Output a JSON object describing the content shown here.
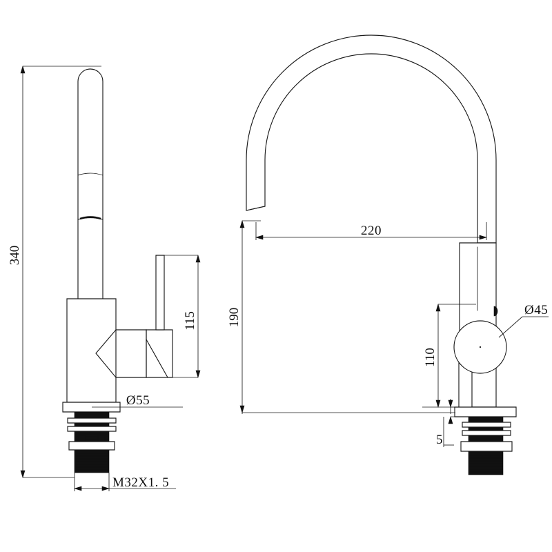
{
  "document": {
    "type": "technical-drawing",
    "subject": "Kitchen mixer faucet dimensional drawing",
    "background_color": "#ffffff",
    "line_color": "#1a1a1a",
    "fill_color": "#111111",
    "views": [
      "side-view",
      "front-view"
    ]
  },
  "dimensions": {
    "overall_height": "340",
    "handle_height": "115",
    "body_diameter": "Ø55",
    "thread_spec": "M32X1. 5",
    "spout_reach": "220",
    "spout_height": "190",
    "column_height": "110",
    "flange_thickness": "5",
    "spout_tube_diameter": "Ø45"
  },
  "labels": [
    {
      "id": "dim-340",
      "text": "340",
      "view": "side-view",
      "orientation": "vertical",
      "meaning": "overall faucet height"
    },
    {
      "id": "dim-115",
      "text": "115",
      "view": "side-view",
      "orientation": "vertical",
      "meaning": "lever handle height above body"
    },
    {
      "id": "dim-d55",
      "text": "Ø55",
      "view": "side-view",
      "orientation": "horizontal",
      "meaning": "base body diameter"
    },
    {
      "id": "dim-m32",
      "text": "M32X1. 5",
      "view": "side-view",
      "orientation": "horizontal",
      "meaning": "mounting thread size and pitch"
    },
    {
      "id": "dim-220",
      "text": "220",
      "view": "front-view",
      "orientation": "horizontal",
      "meaning": "spout reach from centre"
    },
    {
      "id": "dim-190",
      "text": "190",
      "view": "front-view",
      "orientation": "vertical",
      "meaning": "spout outlet height"
    },
    {
      "id": "dim-110",
      "text": "110",
      "view": "front-view",
      "orientation": "vertical",
      "meaning": "column height above deck"
    },
    {
      "id": "dim-5",
      "text": "5",
      "view": "front-view",
      "orientation": "vertical",
      "meaning": "flange thickness"
    },
    {
      "id": "dim-d45",
      "text": "Ø45",
      "view": "front-view",
      "orientation": "horizontal",
      "meaning": "spout tube diameter"
    }
  ]
}
